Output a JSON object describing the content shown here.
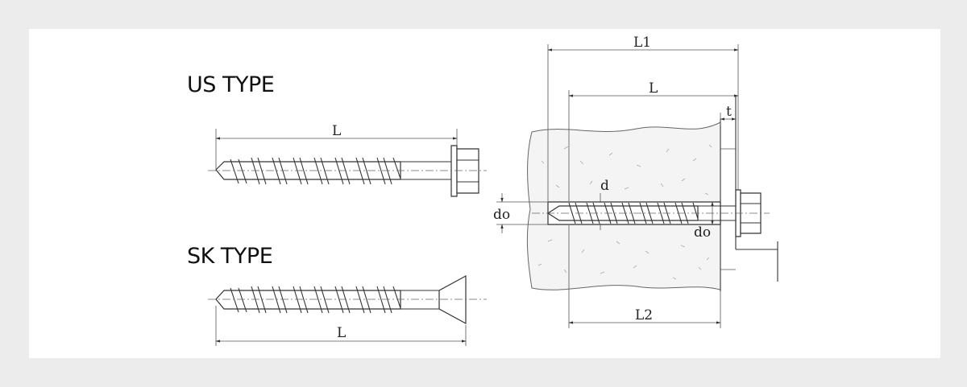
{
  "us_type": {
    "title": "US TYPE",
    "dim_L": "L"
  },
  "sk_type": {
    "title": "SK TYPE",
    "dim_L": "L"
  },
  "installation": {
    "dim_L1": "L1",
    "dim_L": "L",
    "dim_t": "t",
    "dim_d": "d",
    "dim_do_left": "do",
    "dim_do_right": "do",
    "dim_L2": "L2"
  }
}
